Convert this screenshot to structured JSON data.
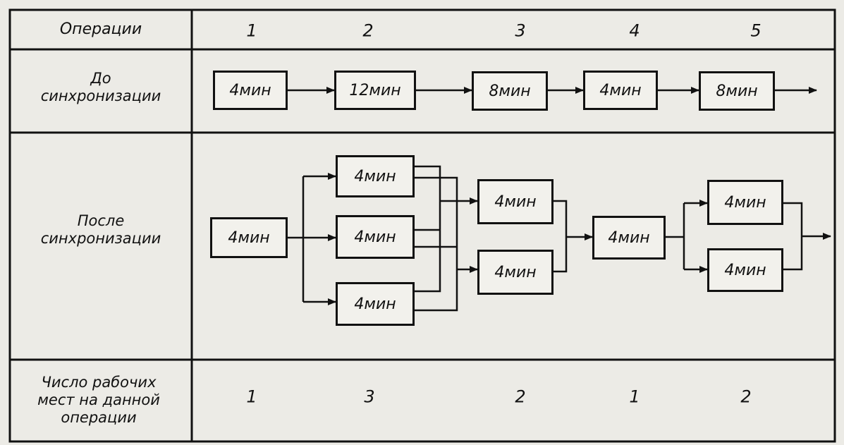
{
  "header": {
    "col_label": "Операции",
    "ops": [
      "1",
      "2",
      "3",
      "4",
      "5"
    ]
  },
  "rows": {
    "before_label": "До\nсинхронизации",
    "after_label": "После\nсинхронизации",
    "workplaces_label": "Число рабочих\nмест на данной\nоперации"
  },
  "before_boxes": [
    "4мин",
    "12мин",
    "8мин",
    "4мин",
    "8мин"
  ],
  "after_boxes": {
    "op1": [
      "4мин"
    ],
    "op2": [
      "4мин",
      "4мин",
      "4мин"
    ],
    "op3": [
      "4мин",
      "4мин"
    ],
    "op4": [
      "4мин"
    ],
    "op5": [
      "4мин",
      "4мин"
    ]
  },
  "workplaces": [
    "1",
    "3",
    "2",
    "1",
    "2"
  ]
}
